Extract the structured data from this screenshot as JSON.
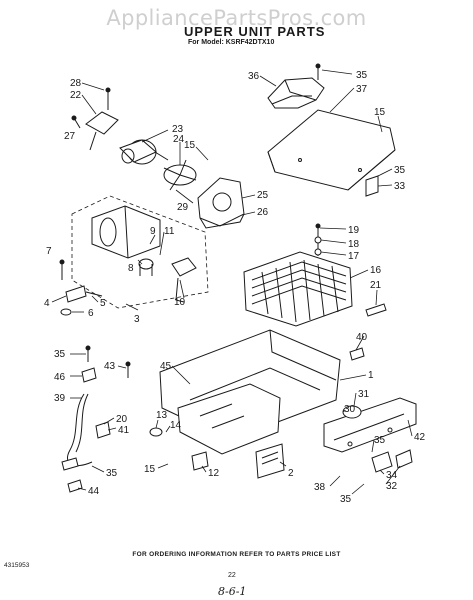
{
  "watermark": "AppliancePartsPros.com",
  "title": "UPPER UNIT PARTS",
  "model_line": "For Model: KSRF42DTX10",
  "footer_note": "FOR ORDERING INFORMATION REFER TO PARTS PRICE LIST",
  "doc_number": "4315953",
  "page_number": "22",
  "handwritten_note": "8-6-1",
  "callouts": [
    "1",
    "2",
    "3",
    "4",
    "5",
    "6",
    "7",
    "8",
    "9",
    "10",
    "11",
    "12",
    "13",
    "14",
    "15",
    "16",
    "17",
    "18",
    "19",
    "20",
    "21",
    "22",
    "23",
    "24",
    "25",
    "26",
    "27",
    "28",
    "29",
    "30",
    "31",
    "32",
    "33",
    "34",
    "35",
    "36",
    "37",
    "38",
    "39",
    "40",
    "41",
    "42",
    "43",
    "44",
    "45",
    "46"
  ]
}
